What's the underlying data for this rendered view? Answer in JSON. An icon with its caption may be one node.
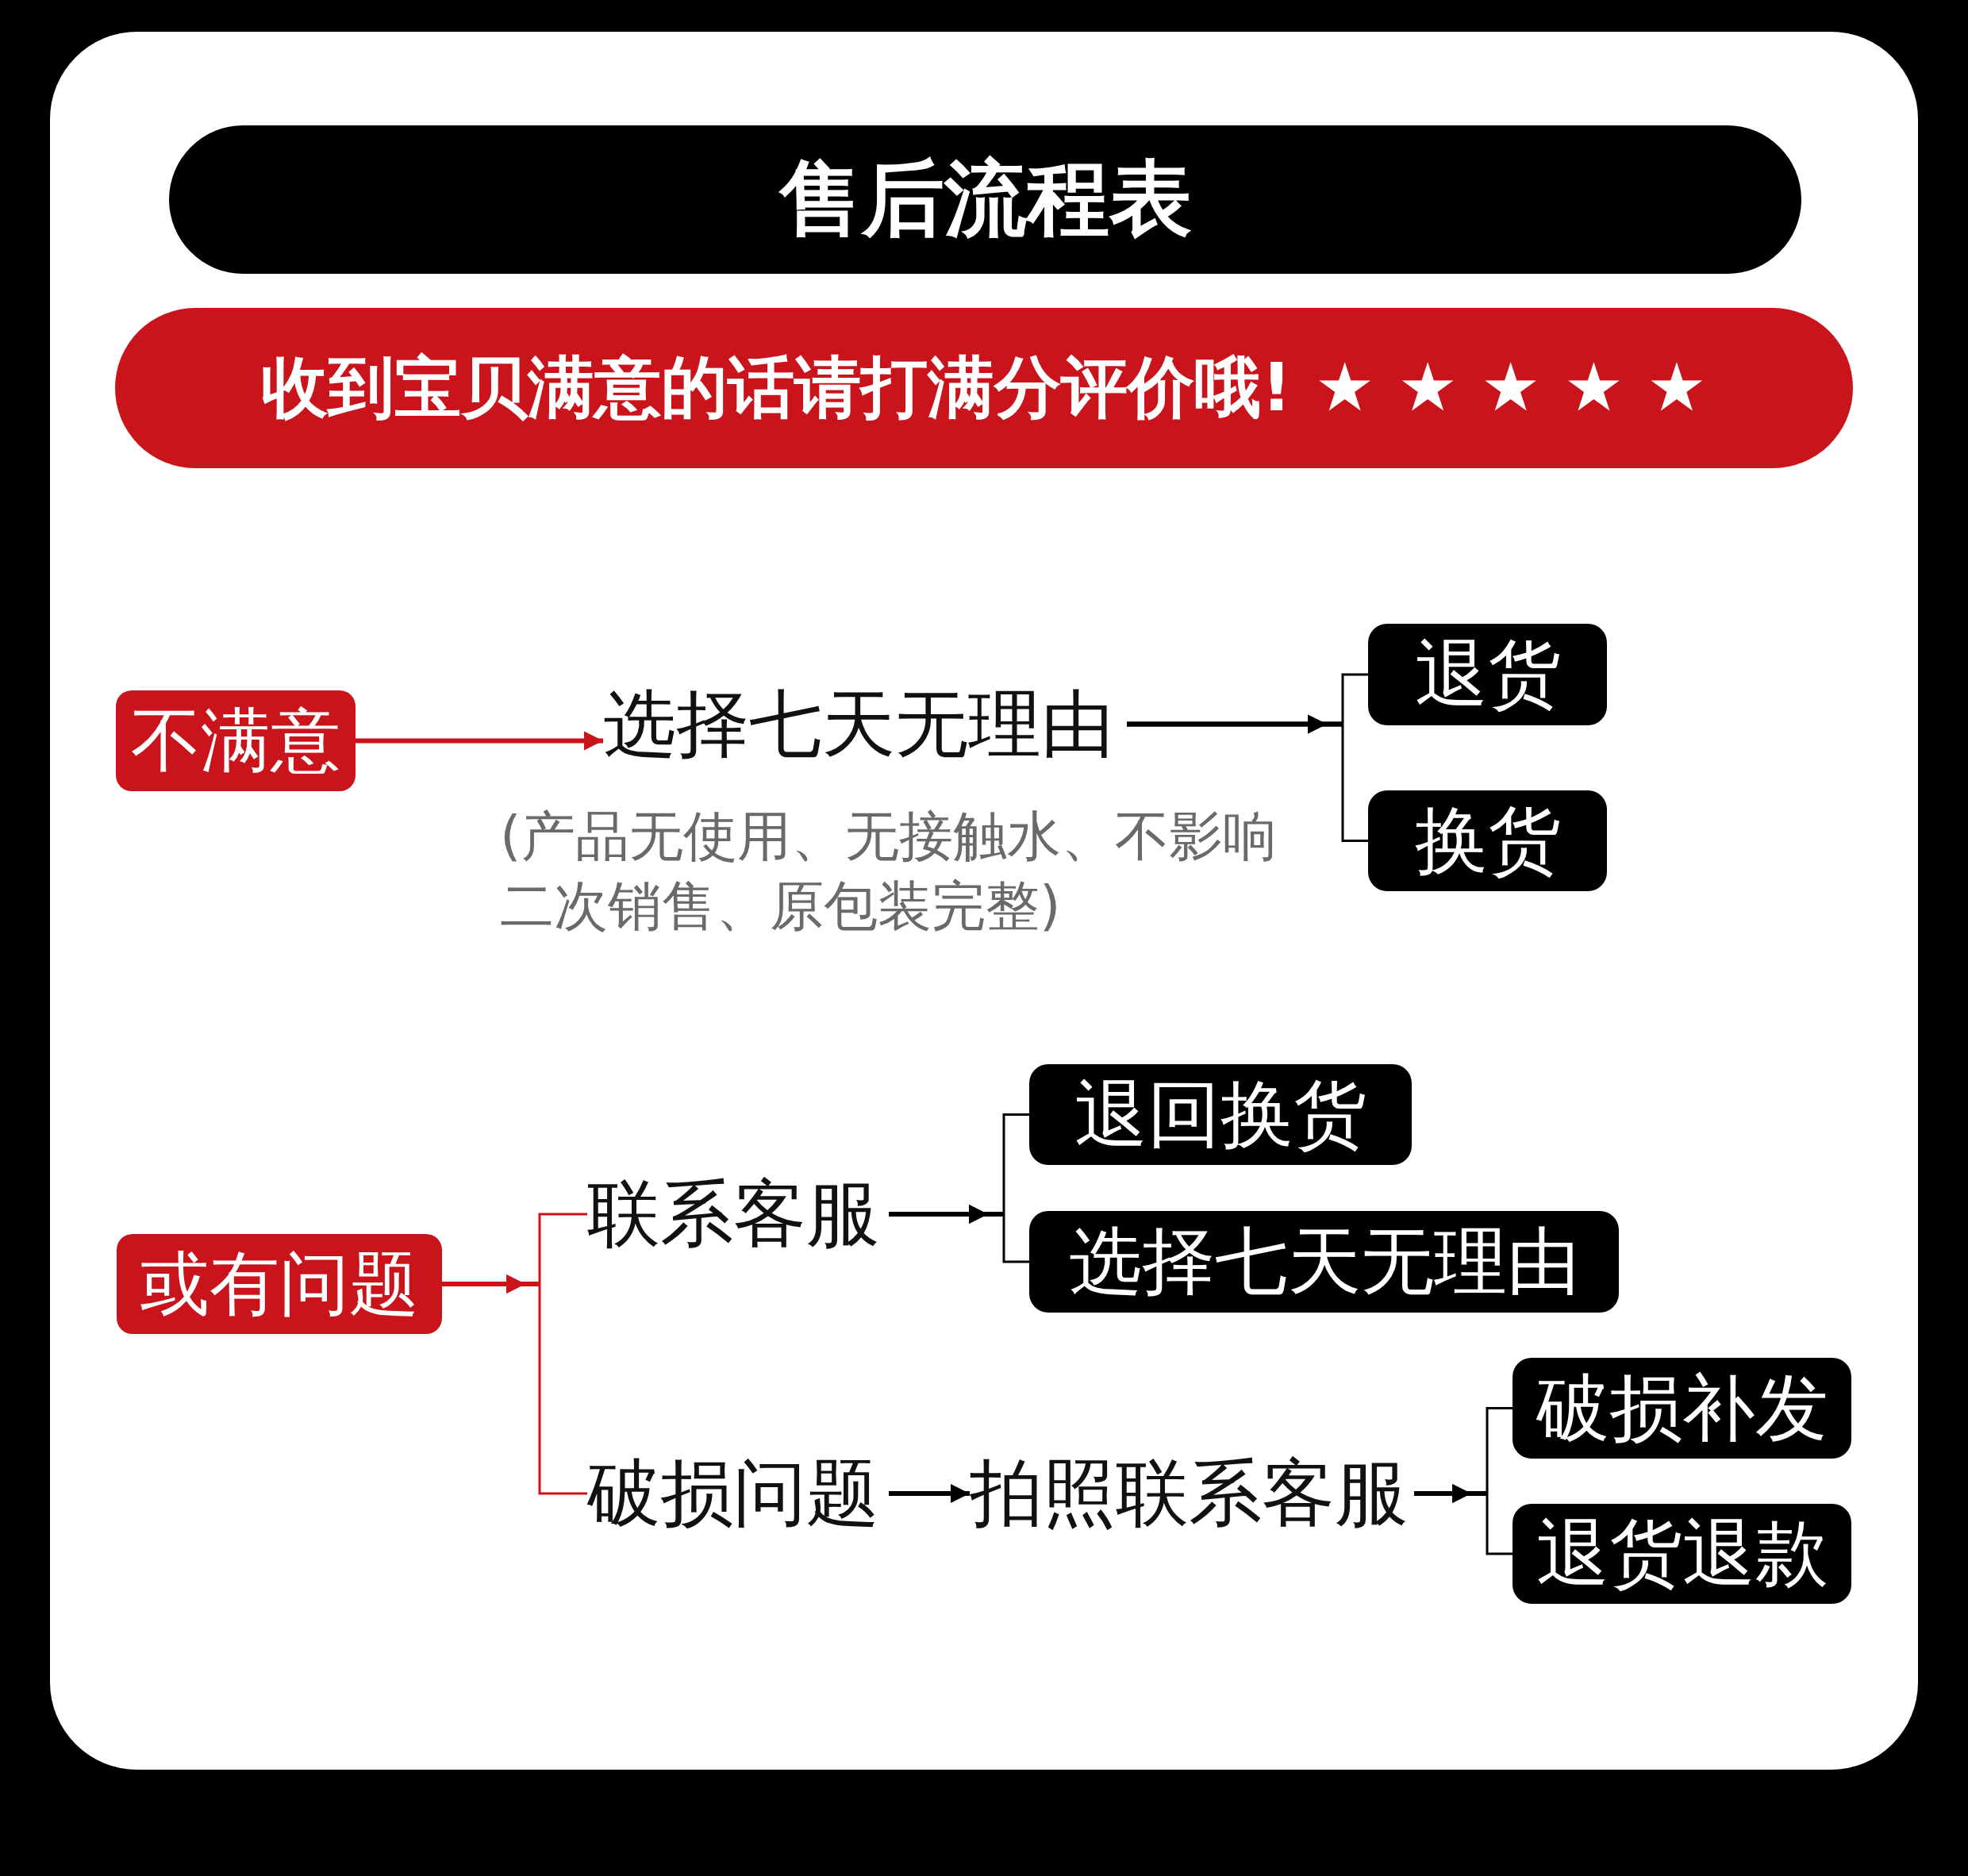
{
  "diagram": {
    "title": "售后流程表",
    "nodes": [
      {
        "text": [
          "不满意"
        ]
      },
      {
        "text": [
          "选择七天无理由"
        ],
        "beside": [
          "(产品无使用、无接触水、不影响二次销售、原包装完整)"
        ]
      },
      {
        "text": [
          "退货"
        ]
      },
      {
        "text": [
          "换货"
        ]
      },
      {
        "text": [
          "或有问题"
        ]
      },
      {
        "text": [
          "联系客服"
        ]
      },
      {
        "text": [
          "退回换货"
        ]
      },
      {
        "text": [
          "选择七天无理由"
        ]
      },
      {
        "text": [
          "破损问题"
        ]
      },
      {
        "text": [
          "拍照联系客服"
        ]
      },
      {
        "text": [
          "破损补发"
        ]
      },
      {
        "text": [
          "退货退款"
        ]
      }
    ],
    "edges": [
      {
        "from": 0,
        "to": 1,
        "arrow": "to",
        "color": "#c8141a"
      },
      {
        "from": 1,
        "to": 2,
        "arrow": "to"
      },
      {
        "from": 1,
        "to": 3,
        "arrow": "to"
      },
      {
        "from": 4,
        "to": 5,
        "arrow": "to",
        "color": "#c8141a"
      },
      {
        "from": 4,
        "to": 8,
        "arrow": "to",
        "color": "#c8141a"
      },
      {
        "from": 5,
        "to": 6,
        "arrow": "to"
      },
      {
        "from": 5,
        "to": 7,
        "arrow": "to"
      },
      {
        "from": 8,
        "to": 9,
        "arrow": "to"
      },
      {
        "from": 9,
        "to": 10,
        "arrow": "to"
      },
      {
        "from": 9,
        "to": 11,
        "arrow": "to"
      }
    ],
    "labels": [
      "收到宝贝满意的话请打满分评价哦! ★ ★ ★ ★ ★"
    ]
  }
}
